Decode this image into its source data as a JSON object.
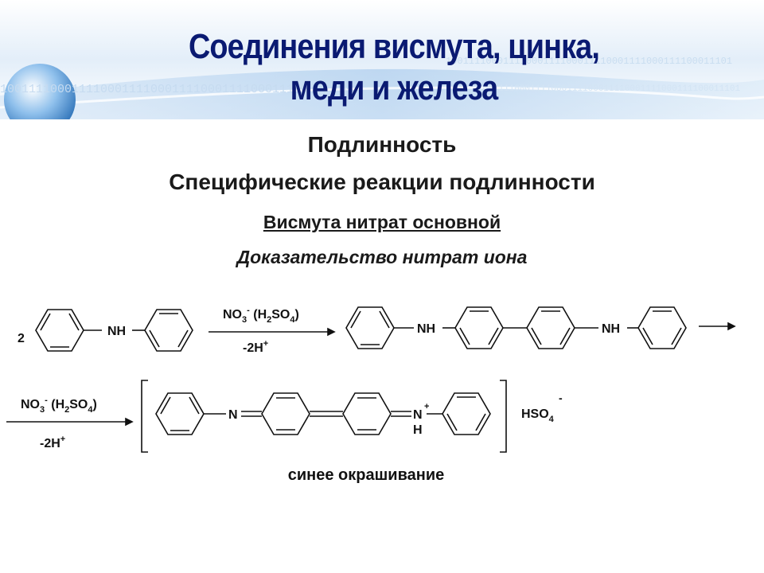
{
  "title": {
    "line1": "Соединения висмута, цинка,",
    "line2": "меди и железа"
  },
  "subtitle": "Подлинность",
  "section": "Специфические реакции подлинности",
  "compound": "Висмута нитрат основной",
  "proof": "Доказательство нитрат иона",
  "banner_digits": "10011110001111000111100011110001111000111100011101",
  "scheme": {
    "coefficient": "2",
    "reagent_prefix": "NO",
    "reagent_sub3": "3",
    "reagent_sup_minus": "-",
    "reagent_mid": " (H",
    "reagent_sub2": "2",
    "reagent_so": "SO",
    "reagent_sub4": "4",
    "reagent_close": ")",
    "elimination": "-2H",
    "plus": "+",
    "nh": "NH",
    "n": "N",
    "h": "H",
    "hso": "HSO",
    "hso_sub": "4",
    "hso_sup": "-",
    "result": "синее окрашивание"
  },
  "colors": {
    "title": "#0a1a72",
    "banner_light": "#dbe9f7",
    "banner_dark": "#2b6fb8"
  }
}
